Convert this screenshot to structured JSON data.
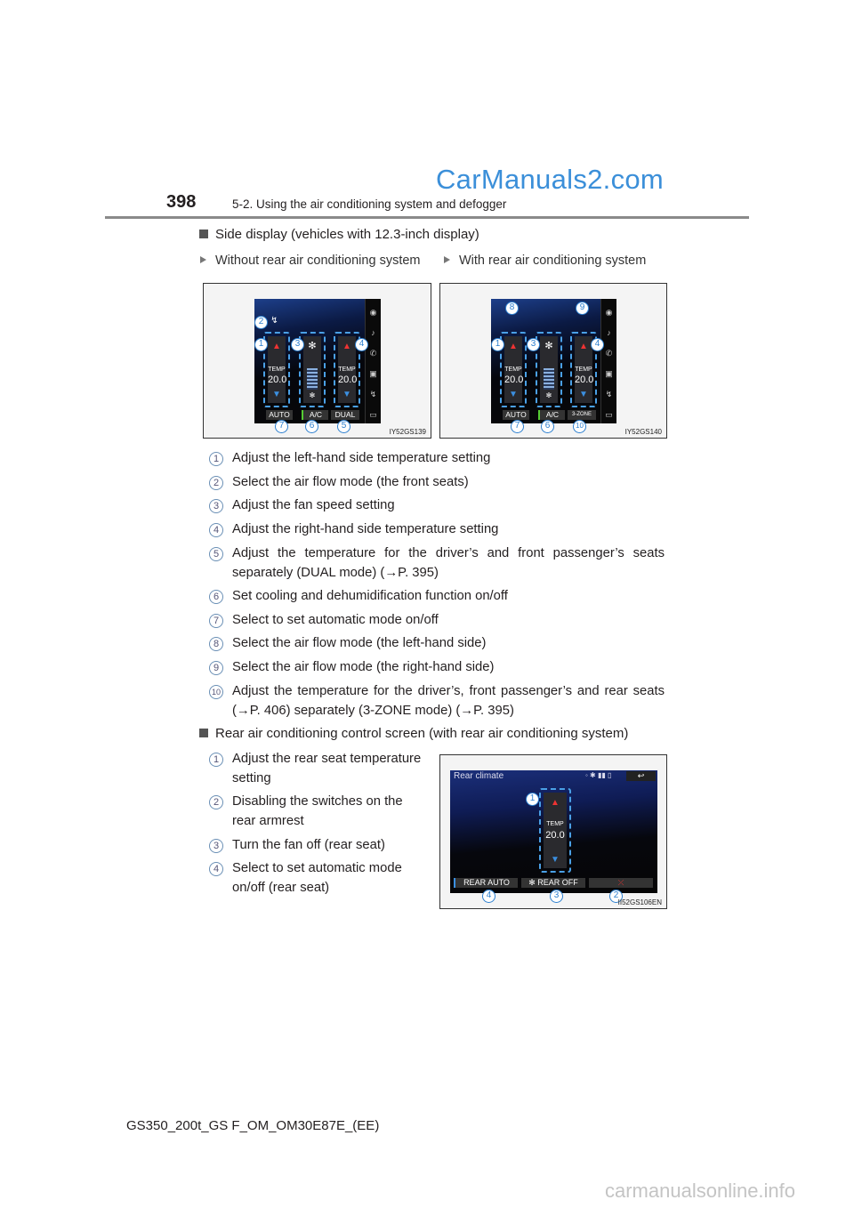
{
  "watermark": "CarManuals2.com",
  "page_number": "398",
  "chapter": "5-2. Using the air conditioning system and defogger",
  "section1": {
    "heading": "Side display (vehicles with 12.3-inch display)",
    "sub_left": "Without rear air conditioning system",
    "sub_right": "With rear air conditioning system",
    "fig1": {
      "temp_label": "TEMP",
      "left_temp": "20.0",
      "right_temp": "20.0",
      "auto": "AUTO",
      "ac": "A/C",
      "dual": "DUAL",
      "caption": "IY52GS139",
      "callouts": [
        "1",
        "2",
        "3",
        "4",
        "5",
        "6",
        "7"
      ]
    },
    "fig2": {
      "temp_label": "TEMP",
      "left_temp": "20.0",
      "right_temp": "20.0",
      "auto": "AUTO",
      "ac": "A/C",
      "zone": "3-ZONE",
      "caption": "IY52GS140",
      "callouts": [
        "1",
        "3",
        "4",
        "6",
        "7",
        "8",
        "9",
        "10"
      ]
    },
    "items": [
      {
        "n": "1",
        "text": "Adjust the left-hand side temperature setting"
      },
      {
        "n": "2",
        "text": "Select the air flow mode (the front seats)"
      },
      {
        "n": "3",
        "text": "Adjust the fan speed setting"
      },
      {
        "n": "4",
        "text": "Adjust the right-hand side temperature setting"
      },
      {
        "n": "5",
        "text": "Adjust the temperature for the driver’s and front passenger’s seats separately (DUAL mode) (→P. 395)"
      },
      {
        "n": "6",
        "text": "Set cooling and dehumidification function on/off"
      },
      {
        "n": "7",
        "text": "Select to set automatic mode on/off"
      },
      {
        "n": "8",
        "text": "Select the air flow mode (the left-hand side)"
      },
      {
        "n": "9",
        "text": "Select the air flow mode (the right-hand side)"
      },
      {
        "n": "10",
        "text": "Adjust the temperature for the driver’s, front passenger’s and rear seats (→P. 406) separately (3-ZONE mode) (→P. 395)"
      }
    ]
  },
  "section2": {
    "heading": "Rear air conditioning control screen (with rear air conditioning system)",
    "fig": {
      "title": "Rear climate",
      "temp_label": "TEMP",
      "temp": "20.0",
      "rear_auto": "REAR AUTO",
      "rear_off": "REAR OFF",
      "caption": "II52GS106EN",
      "callouts": [
        "1",
        "2",
        "3",
        "4"
      ]
    },
    "items": [
      {
        "n": "1",
        "text": "Adjust the rear seat temperature setting"
      },
      {
        "n": "2",
        "text": "Disabling the switches on the rear armrest"
      },
      {
        "n": "3",
        "text": "Turn the fan off (rear seat)"
      },
      {
        "n": "4",
        "text": "Select to set automatic mode on/off (rear seat)"
      }
    ]
  },
  "footer": "GS350_200t_GS F_OM_OM30E87E_(EE)",
  "footer_watermark": "carmanualsonline.info"
}
